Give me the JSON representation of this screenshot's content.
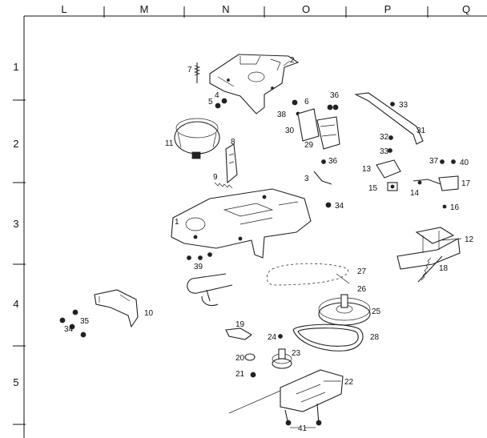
{
  "grid": {
    "columns": [
      "L",
      "M",
      "N",
      "O",
      "P",
      "Q"
    ],
    "rows": [
      "1",
      "2",
      "3",
      "4",
      "5"
    ]
  },
  "parts": {
    "p1": "1",
    "p2": "2",
    "p3": "3",
    "p4": "4",
    "p5": "5",
    "p6": "6",
    "p7": "7",
    "p8": "8",
    "p9": "9",
    "p10": "10",
    "p11": "11",
    "p12": "12",
    "p13": "13",
    "p14": "14",
    "p15": "15",
    "p16": "16",
    "p17": "17",
    "p18": "18",
    "p19": "19",
    "p20": "20",
    "p21": "21",
    "p22": "22",
    "p23": "23",
    "p24": "24",
    "p25": "25",
    "p26": "26",
    "p27": "27",
    "p28": "28",
    "p29": "29",
    "p30": "30",
    "p31": "31",
    "p32": "32",
    "p33a": "33",
    "p33b": "33",
    "p34a": "34",
    "p34b": "34",
    "p35": "35",
    "p36a": "36",
    "p36b": "36",
    "p37": "37",
    "p38": "38",
    "p39": "39",
    "p40": "40",
    "p41": "41"
  }
}
